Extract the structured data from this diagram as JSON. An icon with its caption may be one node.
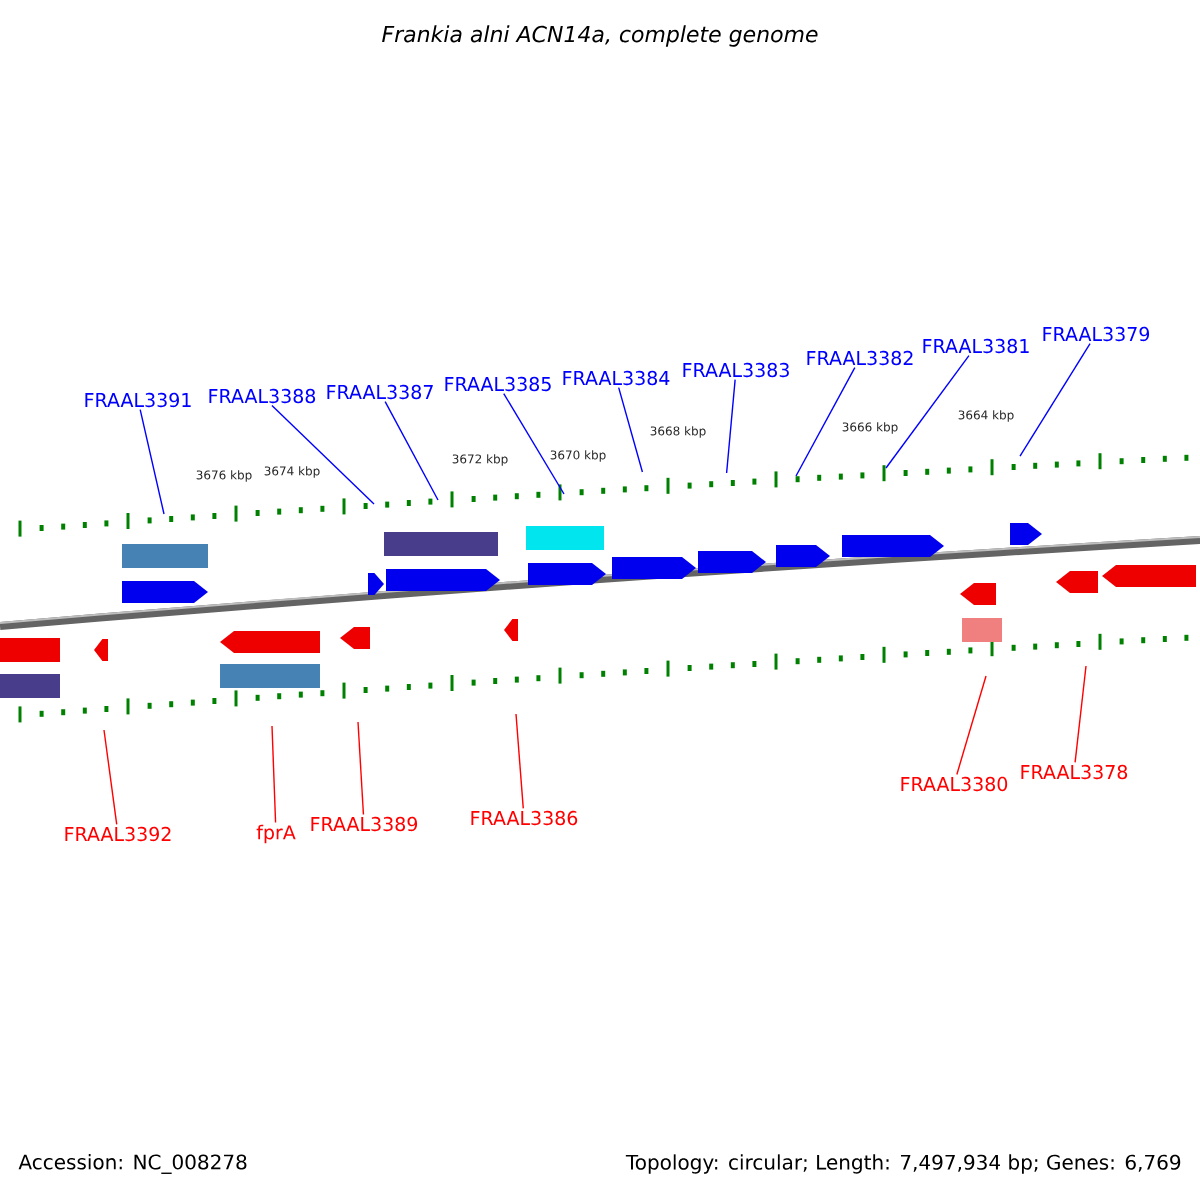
{
  "diagram": {
    "title": "Frankia alni ACN14a, complete genome",
    "nodes": [
      {
        "text": [
          "FRAAL3391"
        ]
      },
      {
        "text": [
          "FRAAL3388"
        ]
      },
      {
        "text": [
          "FRAAL3387"
        ]
      },
      {
        "text": [
          "FRAAL3385"
        ]
      },
      {
        "text": [
          "FRAAL3384"
        ]
      },
      {
        "text": [
          "FRAAL3383"
        ]
      },
      {
        "text": [
          "FRAAL3382"
        ]
      },
      {
        "text": [
          "FRAAL3381"
        ]
      },
      {
        "text": [
          "FRAAL3379"
        ]
      },
      {
        "text": [
          "FRAAL3392"
        ]
      },
      {
        "text": [
          "fprA"
        ]
      },
      {
        "text": [
          "FRAAL3389"
        ]
      },
      {
        "text": [
          "FRAAL3386"
        ]
      },
      {
        "text": [
          "FRAAL3380"
        ]
      },
      {
        "text": [
          "FRAAL3378"
        ]
      }
    ],
    "edges": [
      {
        "from": 0,
        "to": null,
        "arrow": "none"
      },
      {
        "from": 1,
        "to": null,
        "arrow": "none"
      },
      {
        "from": 2,
        "to": null,
        "arrow": "none"
      },
      {
        "from": 3,
        "to": null,
        "arrow": "none"
      },
      {
        "from": 4,
        "to": null,
        "arrow": "none"
      },
      {
        "from": 5,
        "to": null,
        "arrow": "none"
      },
      {
        "from": 6,
        "to": null,
        "arrow": "none"
      },
      {
        "from": 7,
        "to": null,
        "arrow": "none"
      },
      {
        "from": 8,
        "to": null,
        "arrow": "none"
      },
      {
        "from": 9,
        "to": null,
        "arrow": "none",
        "color": "#ff0000"
      },
      {
        "from": 10,
        "to": null,
        "arrow": "none",
        "color": "#ff0000"
      },
      {
        "from": 11,
        "to": null,
        "arrow": "none",
        "color": "#ff0000"
      },
      {
        "from": 12,
        "to": null,
        "arrow": "none",
        "color": "#ff0000"
      },
      {
        "from": 13,
        "to": null,
        "arrow": "none",
        "color": "#ff0000"
      },
      {
        "from": 14,
        "to": null,
        "arrow": "none",
        "color": "#ff0000"
      }
    ],
    "labels": [
      "3676 kbp",
      "3674 kbp",
      "3672 kbp",
      "3670 kbp",
      "3668 kbp",
      "3666 kbp",
      "3664 kbp",
      "Accession: NC_008278",
      "Topology: circular; Length: 7,497,934 bp; Genes: 6,769"
    ]
  }
}
